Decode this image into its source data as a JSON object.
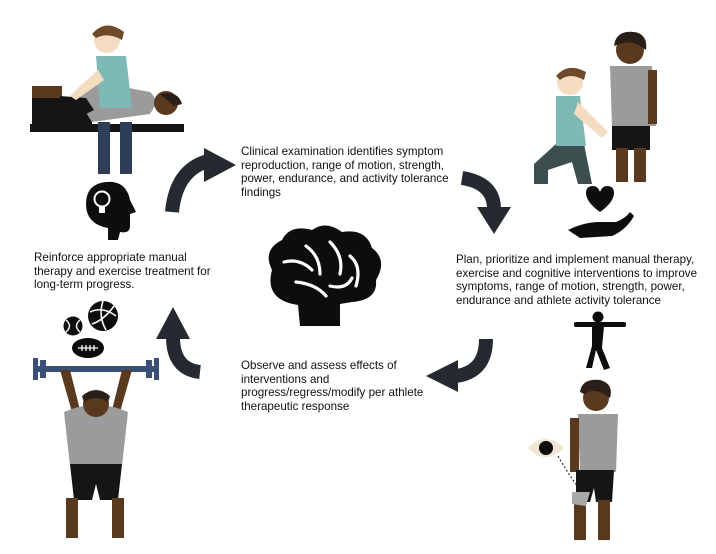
{
  "colors": {
    "arrow": "#252a30",
    "skin_light": "#f3dcc0",
    "skin_dark": "#5a3a1e",
    "hair_dark": "#2a1f19",
    "hair_brown": "#6e4a2b",
    "shirt_teal": "#7fb9b6",
    "shirt_grey": "#9b9b9b",
    "pants_navy": "#2f3e56",
    "pants_black": "#151515",
    "pants_green": "#3d4e4e",
    "bar_navy": "#3b4e78",
    "pants_light_grey": "#a9a9a9",
    "icon_black": "#0d0d0d",
    "eye_bg": "#efe6d2"
  },
  "steps": {
    "examination": "Clinical examination identifies symptom reproduction, range of motion, strength, power, endurance, and activity tolerance findings",
    "plan": "Plan, prioritize and implement manual therapy, exercise and cognitive interventions to improve symptoms, range of motion, strength, power, endurance and athlete activity tolerance",
    "observe": "Observe and assess effects of interventions and progress/regress/modify per athlete therapeutic response",
    "reinforce": "Reinforce appropriate manual therapy and exercise treatment for long-term progress."
  },
  "icons": {
    "center": "brain-icon",
    "top_left": "head-lightbulb-icon",
    "top_right": "heart-hand-icon",
    "right": "balance-figure-icon",
    "left": "sports-balls-icon",
    "bottom_right": "eye-icon"
  }
}
